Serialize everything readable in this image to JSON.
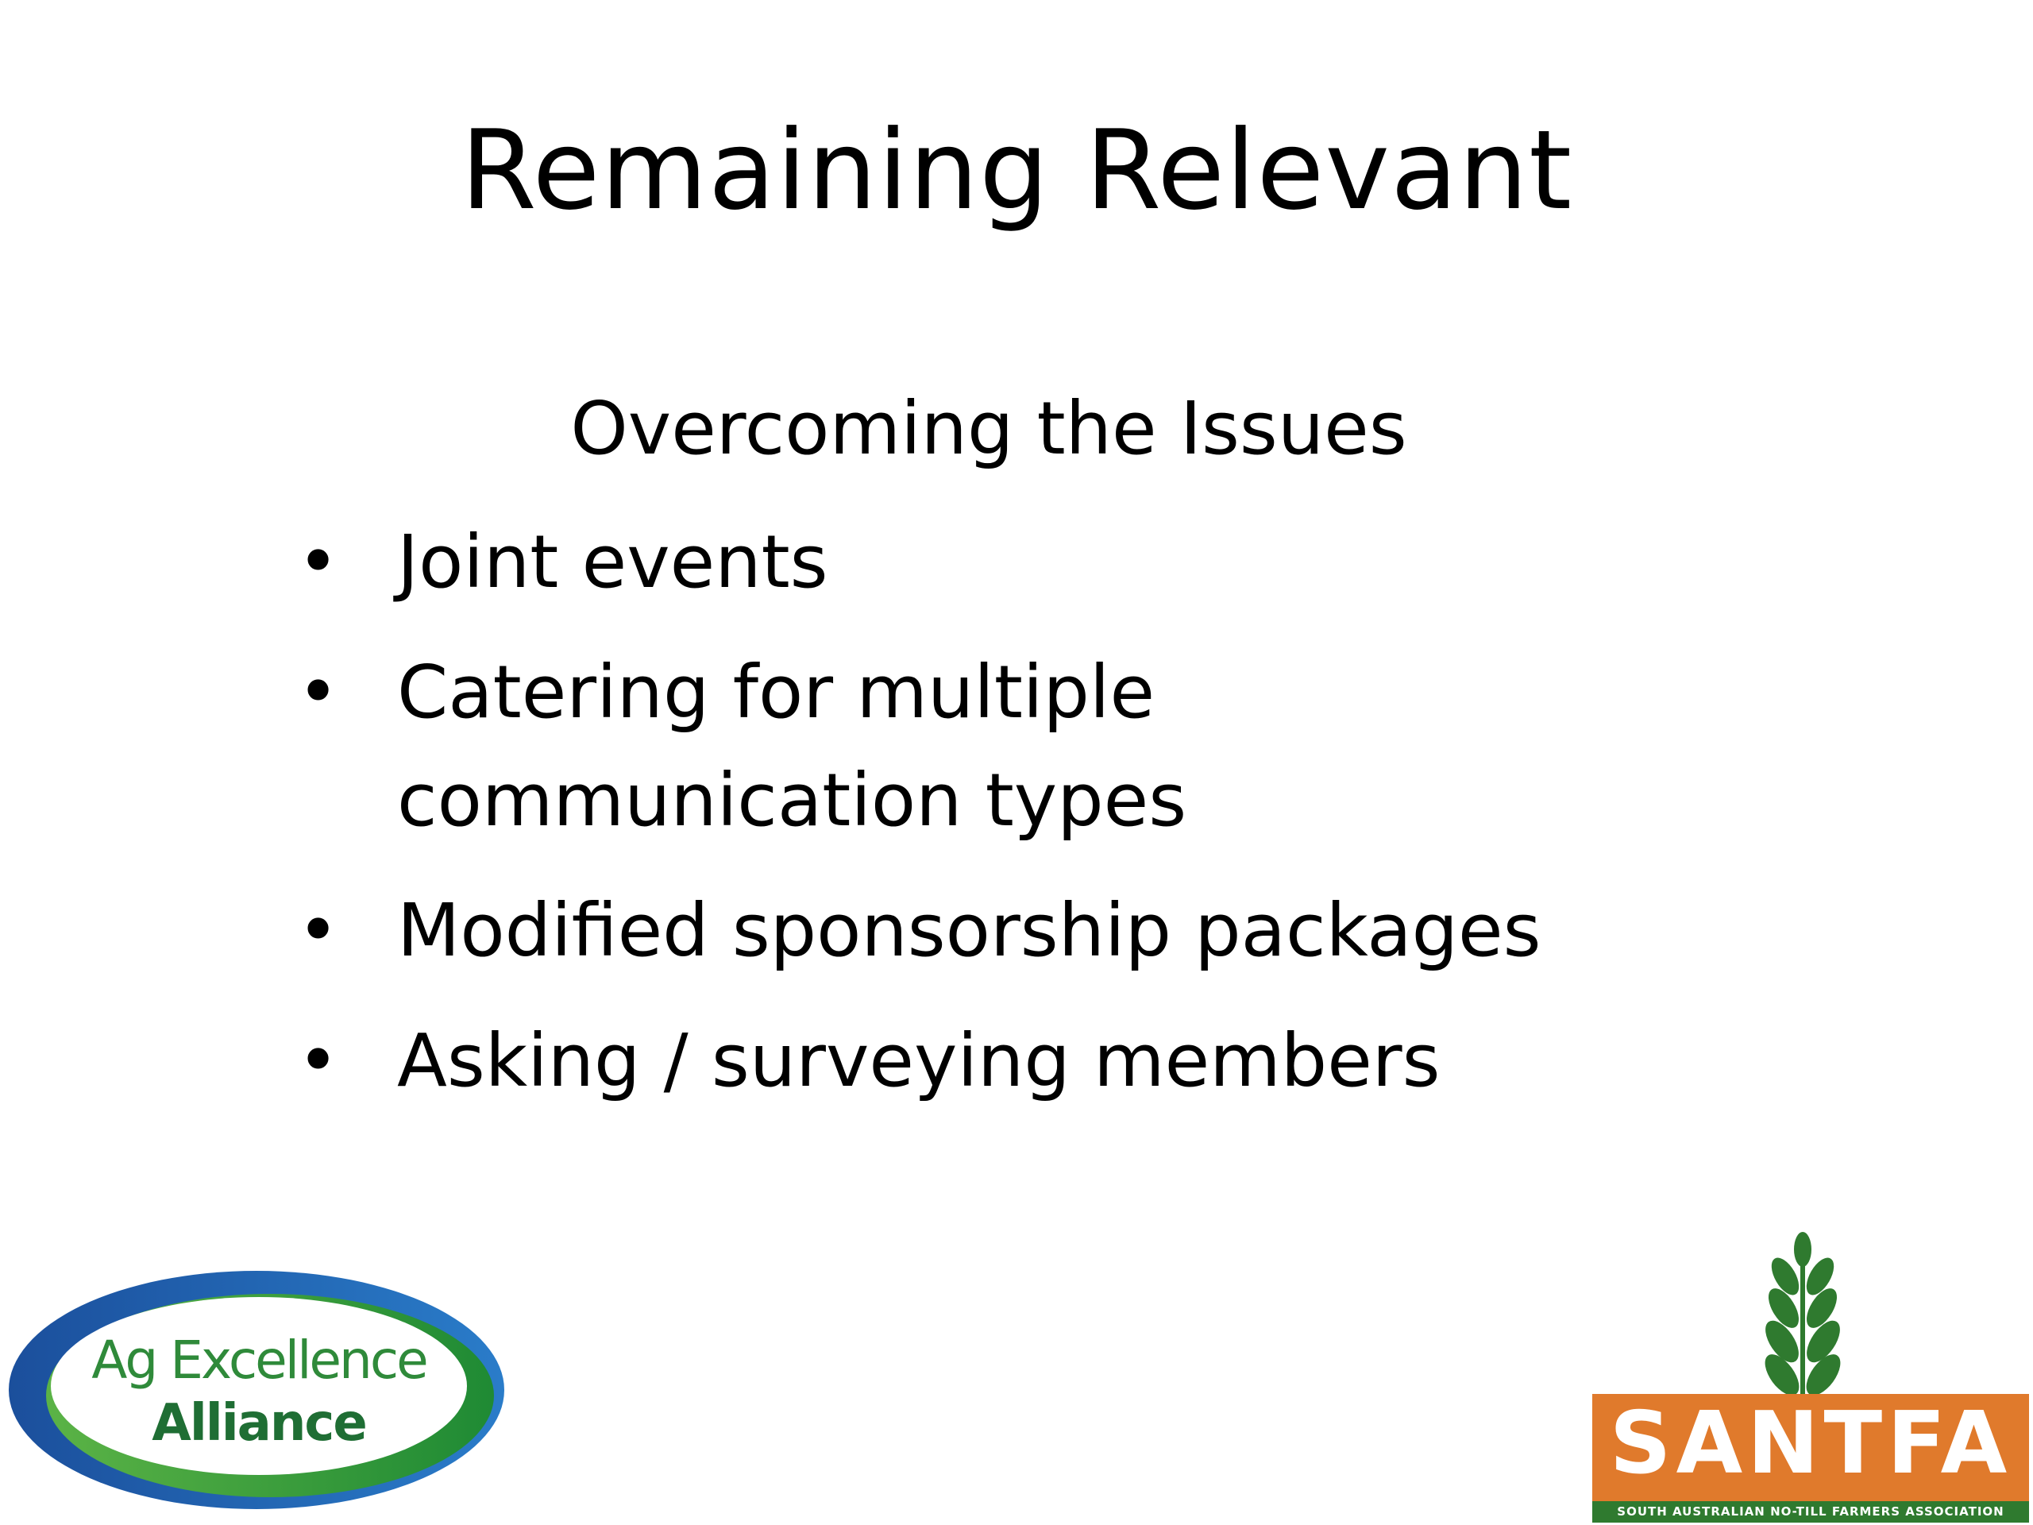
{
  "slide": {
    "title": "Remaining Relevant",
    "subtitle": "Overcoming the Issues",
    "bullet_symbol": "•",
    "bullets": [
      "Joint events",
      "Catering for multiple communication types",
      "Modified sponsorship packages",
      "Asking / surveying members"
    ]
  },
  "logos": {
    "ag_excellence": {
      "line1": "Ag Excellence",
      "line2": "Alliance",
      "colors": {
        "blue": "#1f5aa6",
        "green": "#2e9a3a",
        "text_green": "#2f8a3a"
      }
    },
    "santfa": {
      "name": "SANTFA",
      "tagline": "SOUTH AUSTRALIAN NO-TILL FARMERS ASSOCIATION",
      "colors": {
        "orange": "#e07a2c",
        "green": "#2f7a2f"
      }
    }
  }
}
